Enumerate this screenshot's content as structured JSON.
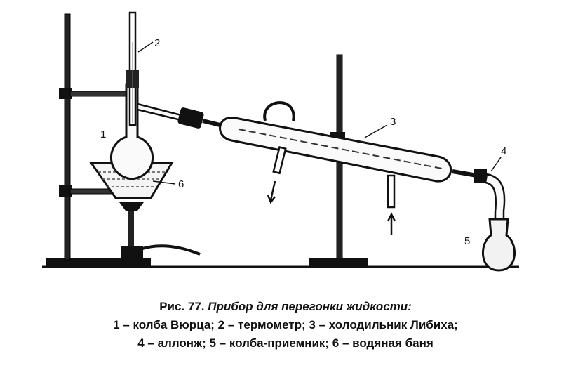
{
  "labels": {
    "flask": "1",
    "thermometer": "2",
    "condenser": "3",
    "adapter": "4",
    "receiver": "5",
    "water_bath": "6"
  },
  "caption": {
    "prefix": "Рис. 77.",
    "title": "Прибор для перегонки жидкости:",
    "line2": "1 – колба Вюрца; 2 – термометр; 3 – холодильник Либиха;",
    "line3": "4 – аллонж; 5 – колба-приемник; 6 – водяная баня"
  }
}
